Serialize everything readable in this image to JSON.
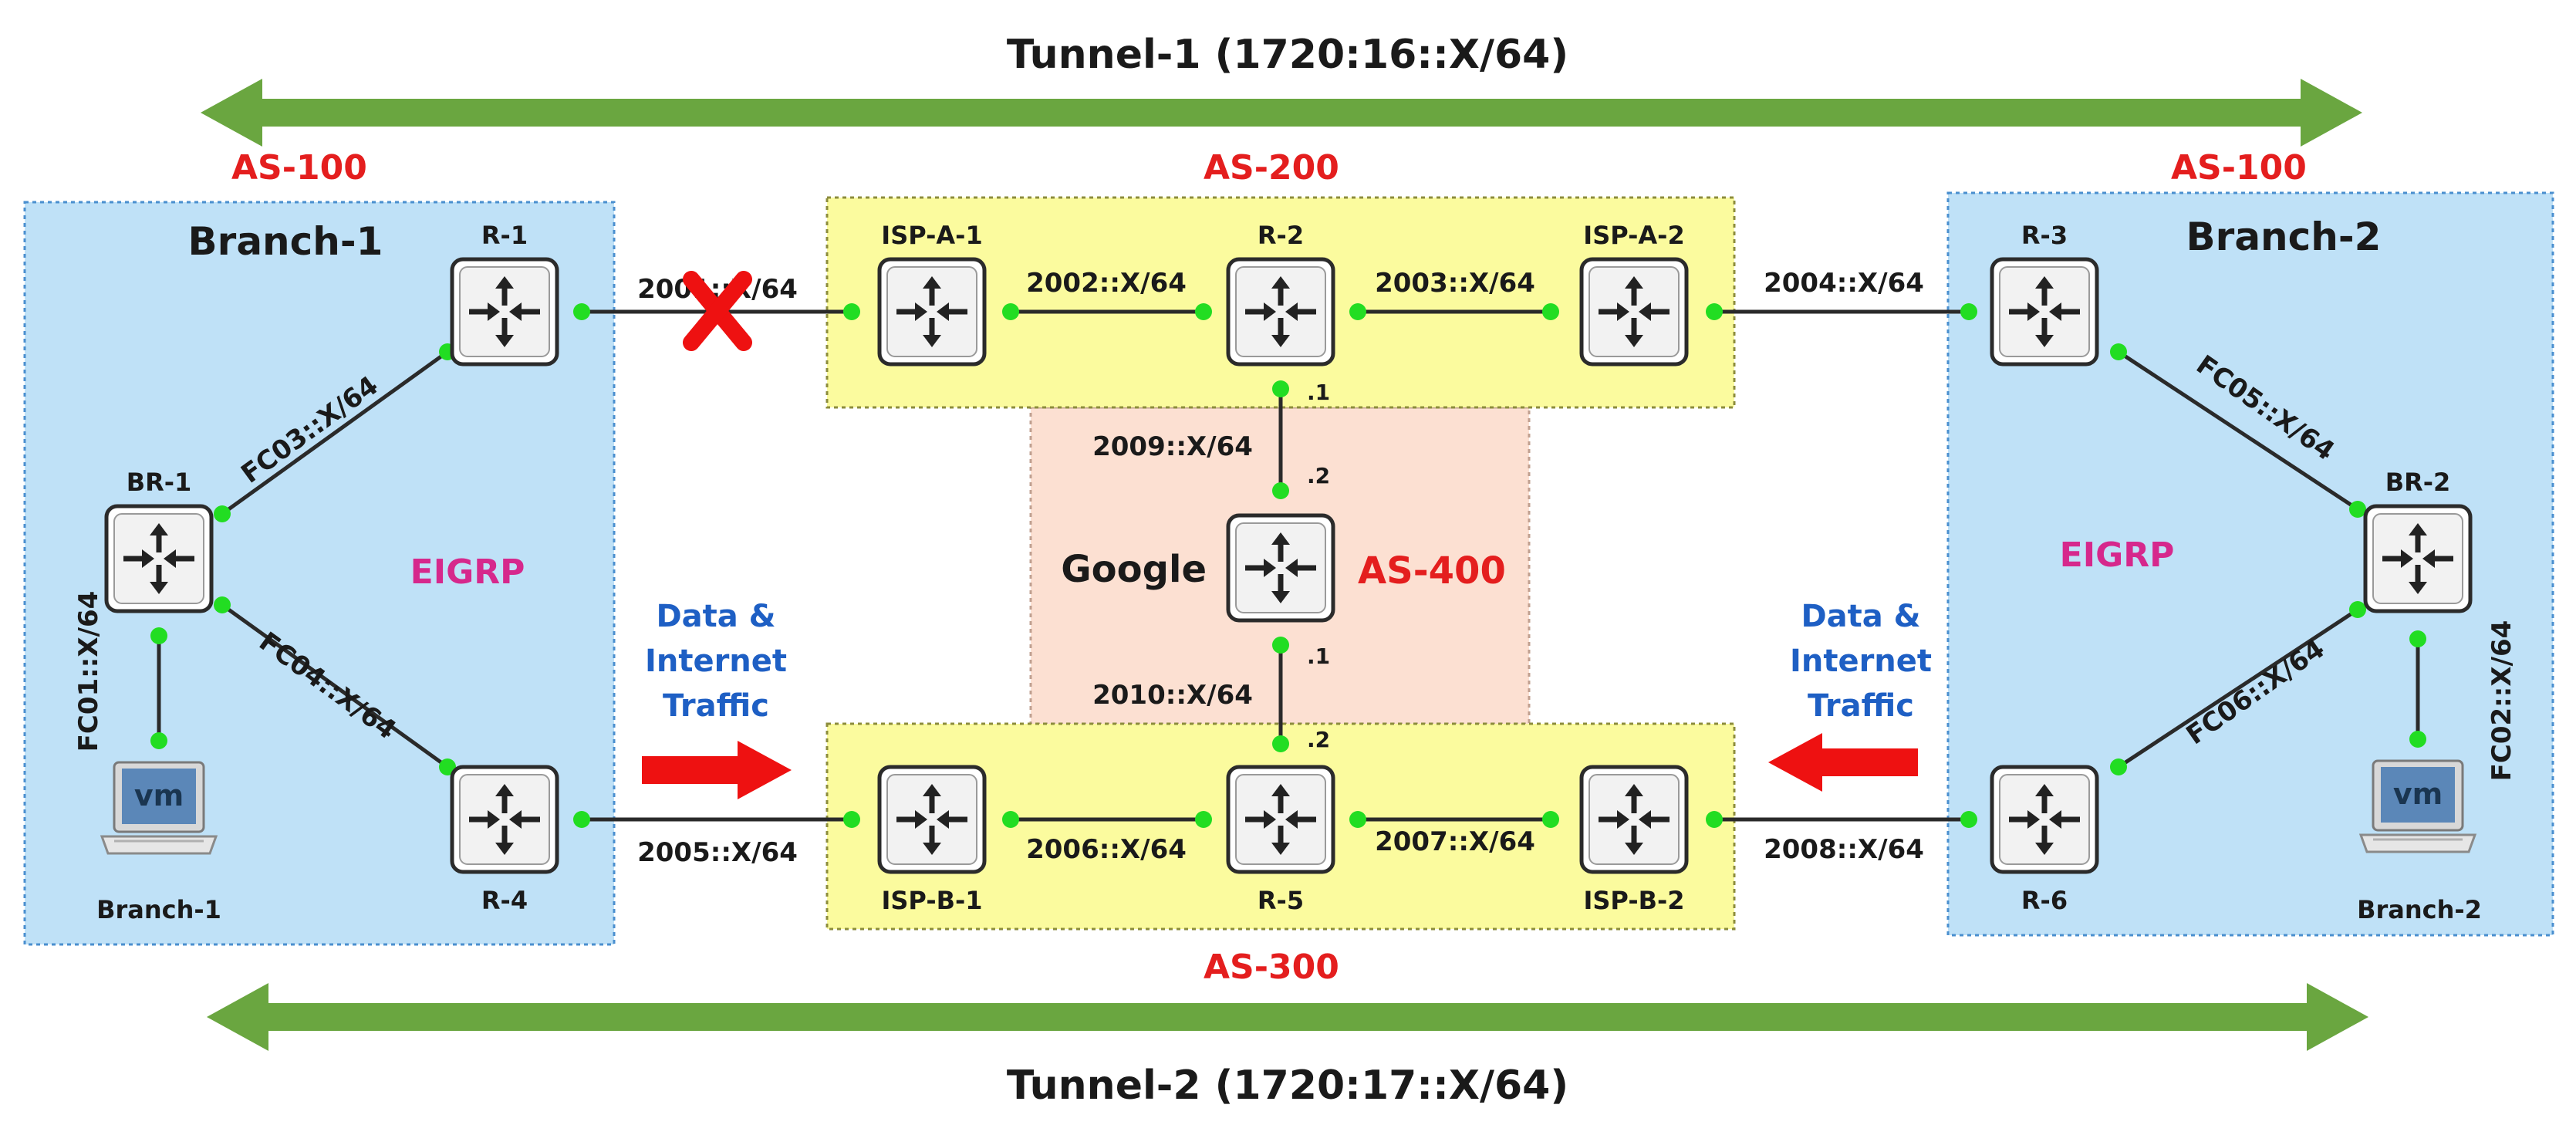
{
  "tunnels": {
    "top": "Tunnel-1 (1720:16::X/64)",
    "bottom": "Tunnel-2 (1720:17::X/64)"
  },
  "as_labels": {
    "left_top": "AS-100",
    "center_top": "AS-200",
    "right_top": "AS-100",
    "google": "AS-400",
    "bottom": "AS-300"
  },
  "branches": {
    "left": "Branch-1",
    "right": "Branch-2",
    "protocol_left": "EIGRP",
    "protocol_right": "EIGRP"
  },
  "routers": {
    "r1": "R-1",
    "r4": "R-4",
    "br1": "BR-1",
    "isp_a1": "ISP-A-1",
    "r2": "R-2",
    "isp_a2": "ISP-A-2",
    "r3": "R-3",
    "br2": "BR-2",
    "r6": "R-6",
    "isp_b1": "ISP-B-1",
    "r5": "R-5",
    "isp_b2": "ISP-B-2",
    "google": "Google"
  },
  "pcs": {
    "left_label": "Branch-1",
    "right_label": "Branch-2",
    "screen_text": "vm"
  },
  "links": {
    "r1_ispa1": "2001::X/64",
    "ispa1_r2": "2002::X/64",
    "r2_ispa2": "2003::X/64",
    "ispa2_r3": "2004::X/64",
    "r4_ispb1": "2005::X/64",
    "ispb1_r5": "2006::X/64",
    "r5_ispb2": "2007::X/64",
    "ispb2_r6": "2008::X/64",
    "r2_google": "2009::X/64",
    "google_r5": "2010::X/64",
    "br1_r1": "FC03::X/64",
    "br1_r4": "FC04::X/64",
    "br1_pc": "FC01::X/64",
    "br2_r3": "FC05::X/64",
    "br2_r6": "FC06::X/64",
    "br2_pc": "FC02::X/64"
  },
  "octets": {
    "r2_bottom": ".1",
    "google_top": ".2",
    "google_bottom": ".1",
    "r5_top": ".2"
  },
  "traffic": {
    "left": [
      "Data &",
      "Internet",
      "Traffic"
    ],
    "right": [
      "Data &",
      "Internet",
      "Traffic"
    ]
  },
  "colors": {
    "tunnel_arrow": "#6aa640",
    "branch_bg": "#bfe1f7",
    "isp_bg": "#fbfb9e",
    "google_bg": "#fce0d2",
    "link_dot": "#22dd22",
    "as_text": "#e41e1e",
    "eigrp_text": "#d6288c",
    "traffic_text": "#1e5fc4",
    "traffic_arrow": "#ee1111",
    "fail_mark": "#ee1111"
  }
}
